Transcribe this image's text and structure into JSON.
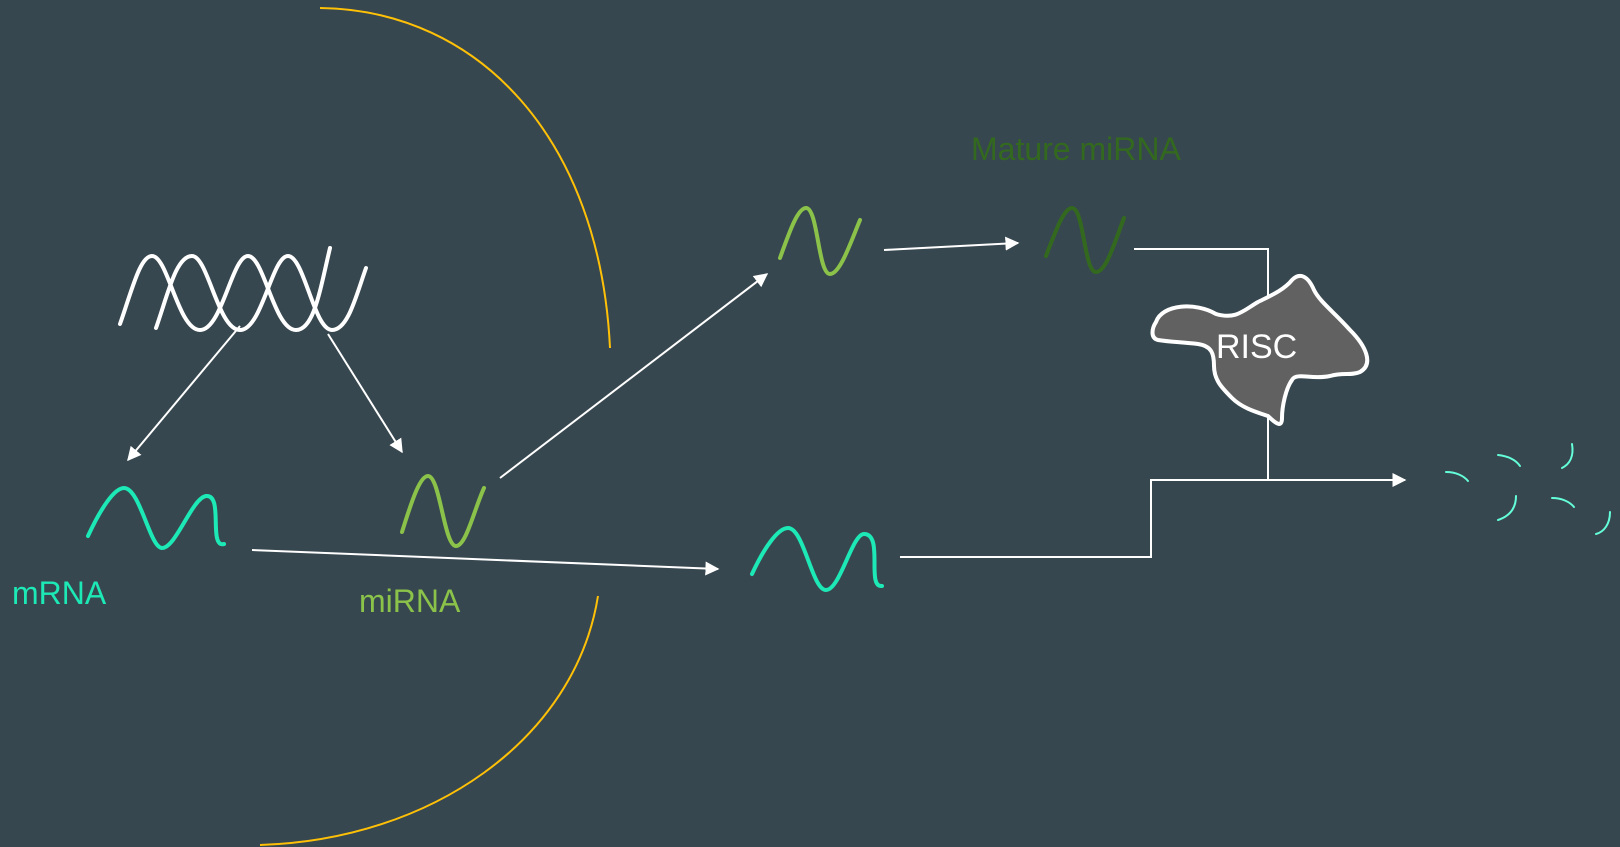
{
  "labels": {
    "mrna": "mRNA",
    "mirna": "miRNA",
    "mature_mirna": "Mature miRNA",
    "risc": "RISC"
  },
  "colors": {
    "background": "#37474f",
    "mrna": "#1de9b6",
    "mirna": "#8bc34a",
    "mature_mirna": "#33691e",
    "nucleus_membrane": "#ffc107",
    "arrow": "#ffffff",
    "risc_fill": "#616161",
    "risc_stroke": "#ffffff",
    "fragments": "#64ffda"
  },
  "icons": {
    "dna": "double-helix-icon",
    "risc": "protein-complex-icon",
    "fragments": "degraded-mrna-icon"
  }
}
